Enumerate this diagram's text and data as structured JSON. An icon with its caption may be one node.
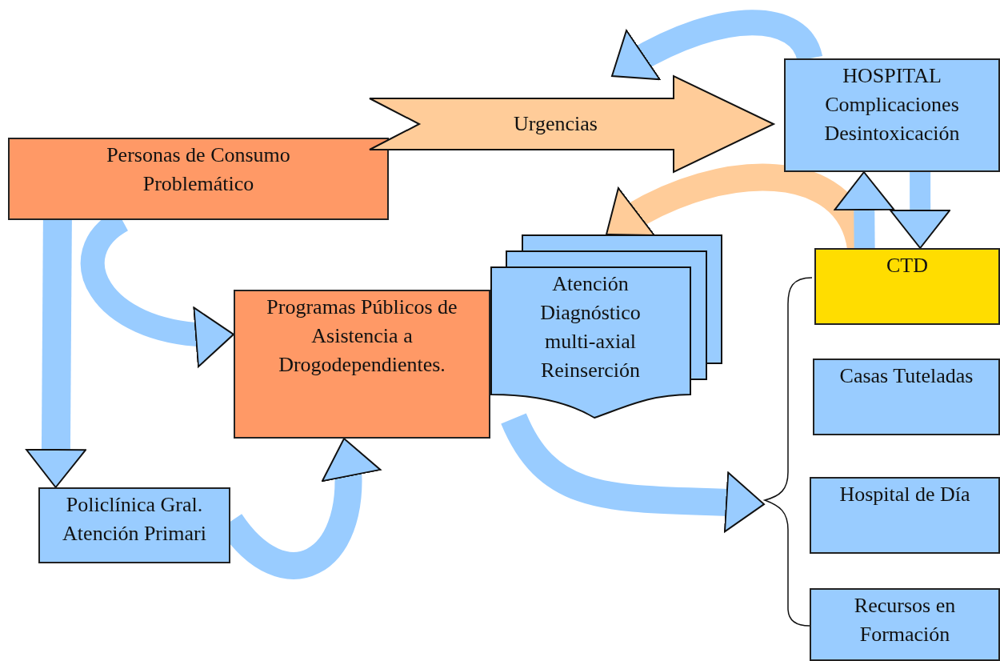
{
  "diagram": {
    "nodes": [
      {
        "text": [
          "Personas de Consumo Problemático"
        ]
      },
      {
        "text": [
          "Urgencias"
        ]
      },
      {
        "text": [
          "HOSPITAL",
          "Complicaciones Desintoxicación"
        ]
      },
      {
        "text": [
          "CTD"
        ]
      },
      {
        "text": [
          "Programas Públicos de Asistencia a Drogodependientes."
        ]
      },
      {
        "text": [
          "Atención Diagnóstico multi-axial Reinserción"
        ]
      },
      {
        "text": [
          "Policlínica Gral. Atención Primari"
        ]
      },
      {
        "text": [
          "Casas Tuteladas"
        ]
      },
      {
        "text": [
          "Hospital de Día"
        ]
      },
      {
        "text": [
          "Recursos en Formación"
        ]
      },
      {
        "text": [],
        "shape": "brace"
      }
    ],
    "edges": [
      {
        "from": 0,
        "to": 6,
        "arrow": "to"
      },
      {
        "from": 0,
        "to": 4,
        "arrow": "to"
      },
      {
        "from": 6,
        "to": 4,
        "arrow": "to"
      },
      {
        "from": 2,
        "to": 1,
        "arrow": "to"
      },
      {
        "from": 3,
        "to": 5,
        "arrow": "to",
        "color": "#ffcc99"
      },
      {
        "from": 3,
        "to": 2,
        "arrow": "to"
      },
      {
        "from": 2,
        "to": 3,
        "arrow": "to"
      },
      {
        "from": 5,
        "to": 10,
        "arrow": "to"
      }
    ]
  }
}
